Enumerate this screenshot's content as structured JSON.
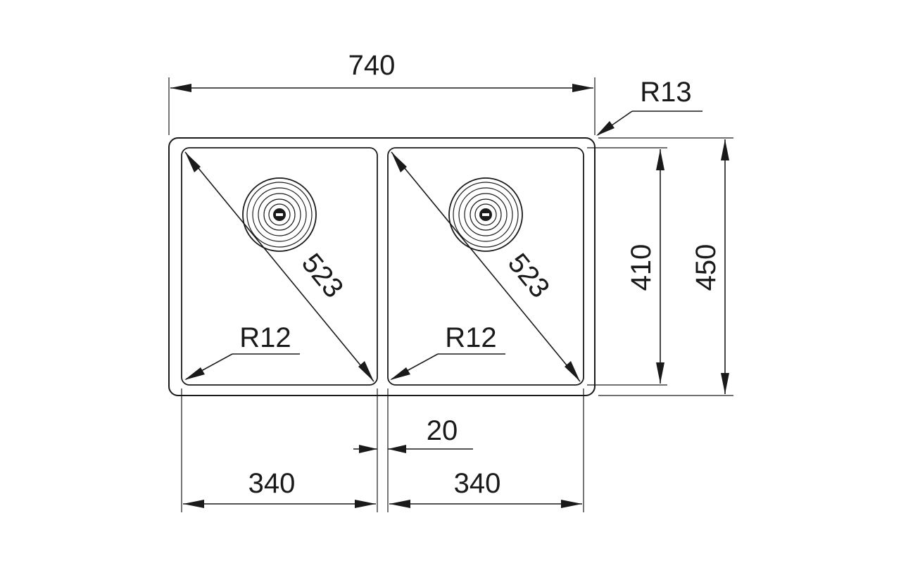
{
  "dimensions": {
    "overall_width": "740",
    "overall_depth": "450",
    "bowl_depth": "410",
    "bowl_left_width": "340",
    "bowl_right_width": "340",
    "divider_width": "20",
    "outer_radius": "R13",
    "left_bowl_radius": "R12",
    "right_bowl_radius": "R12",
    "left_diagonal": "523",
    "right_diagonal": "523"
  },
  "colors": {
    "line": "#1a1a1a",
    "background": "#ffffff"
  },
  "icons": {
    "drain": "drain-strainer-icon"
  }
}
